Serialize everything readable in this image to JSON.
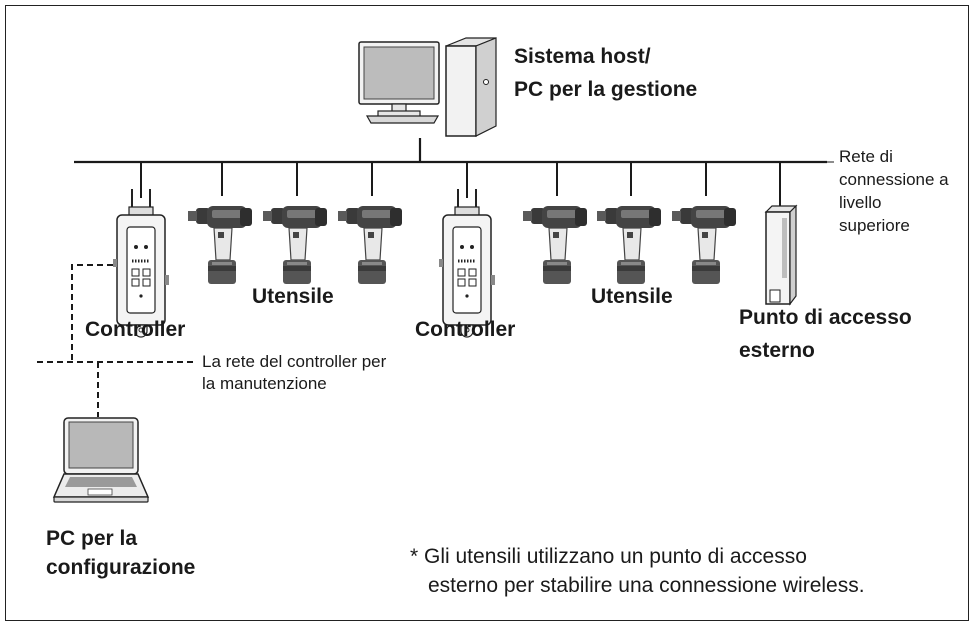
{
  "labels": {
    "host_line1": "Sistema host/",
    "host_line2": "PC per la gestione",
    "upper_net_line1": "Rete di",
    "upper_net_line2": "connessione a",
    "upper_net_line3": "livello",
    "upper_net_line4": "superiore",
    "tool_1": "Utensile",
    "tool_2": "Utensile",
    "controller_1": "Controller",
    "controller_2": "Controller",
    "access_point_line1": "Punto di accesso",
    "access_point_line2": "esterno",
    "maint_net_line1": "La rete del controller per",
    "maint_net_line2": "la manutenzione",
    "config_pc_line1": "PC per la",
    "config_pc_line2": "configurazione",
    "footnote_line1": "* Gli utensili utilizzano un punto di accesso",
    "footnote_line2": "esterno per stabilire una connessione wireless."
  },
  "colors": {
    "line": "#1a1a1a",
    "device_fill": "#f2f2f2",
    "device_grey": "#bdbdbd",
    "device_dark": "#3a3a3a",
    "battery": "#555555"
  }
}
